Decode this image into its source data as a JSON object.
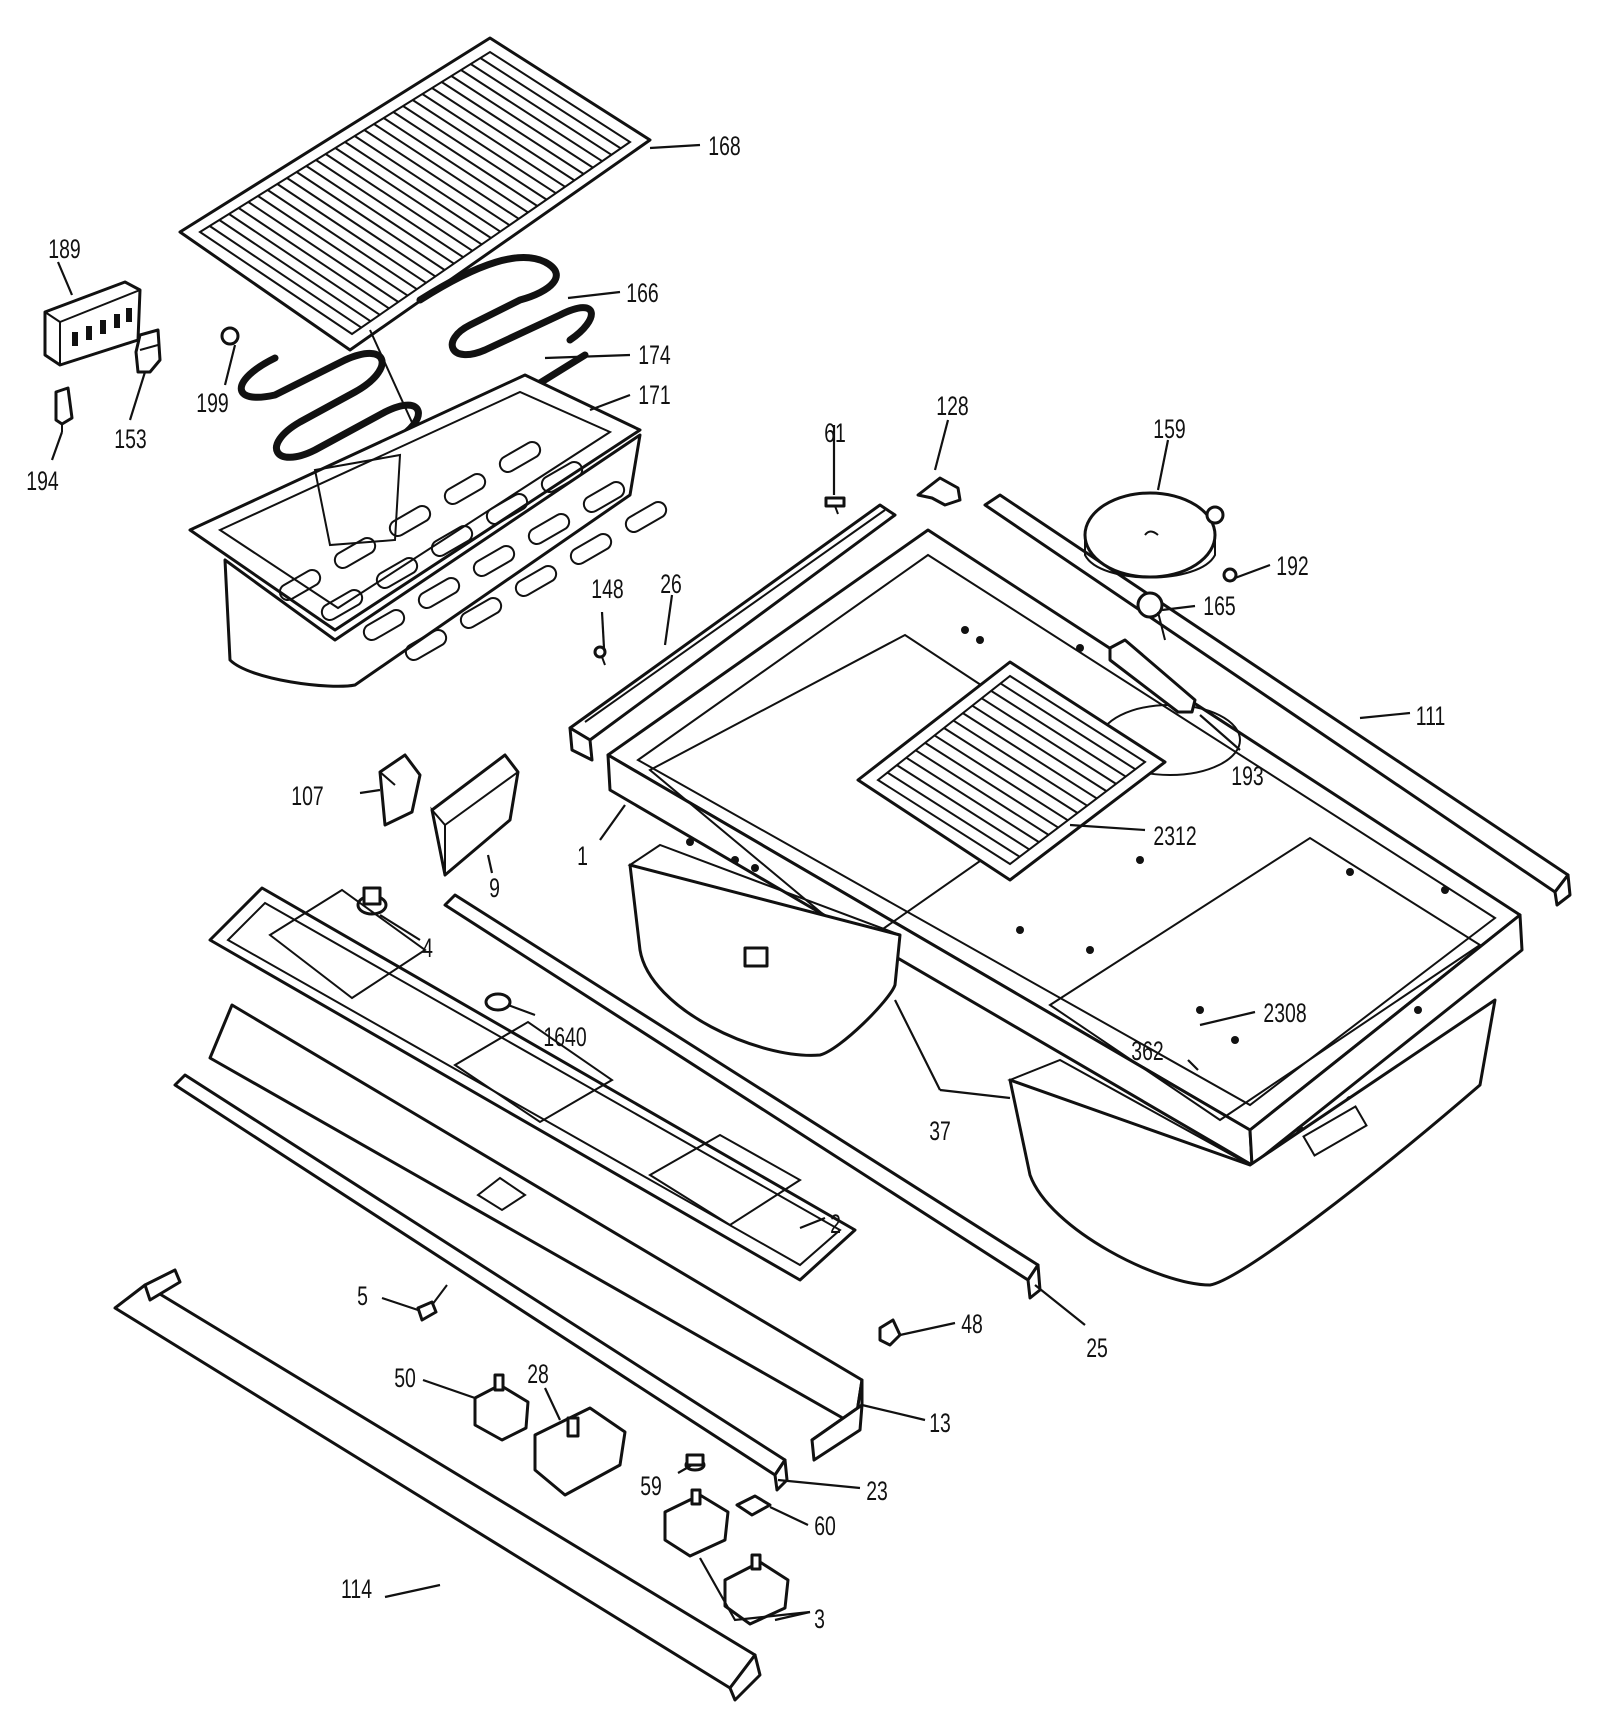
{
  "labels": {
    "p168": "168",
    "p189": "189",
    "p166": "166",
    "p174": "174",
    "p199": "199",
    "p153": "153",
    "p171": "171",
    "p194": "194",
    "p61": "61",
    "p128": "128",
    "p159": "159",
    "p192": "192",
    "p165": "165",
    "p148": "148",
    "p26": "26",
    "p111": "111",
    "p193": "193",
    "p107": "107",
    "p9": "9",
    "p1": "1",
    "p2312": "2312",
    "p4": "4",
    "p1640": "1640",
    "p2308": "2308",
    "p362": "362",
    "p37": "37",
    "p2": "2",
    "p5": "5",
    "p48": "48",
    "p25": "25",
    "p50": "50",
    "p28": "28",
    "p13": "13",
    "p59": "59",
    "p23": "23",
    "p60": "60",
    "p114": "114",
    "p3": "3"
  }
}
